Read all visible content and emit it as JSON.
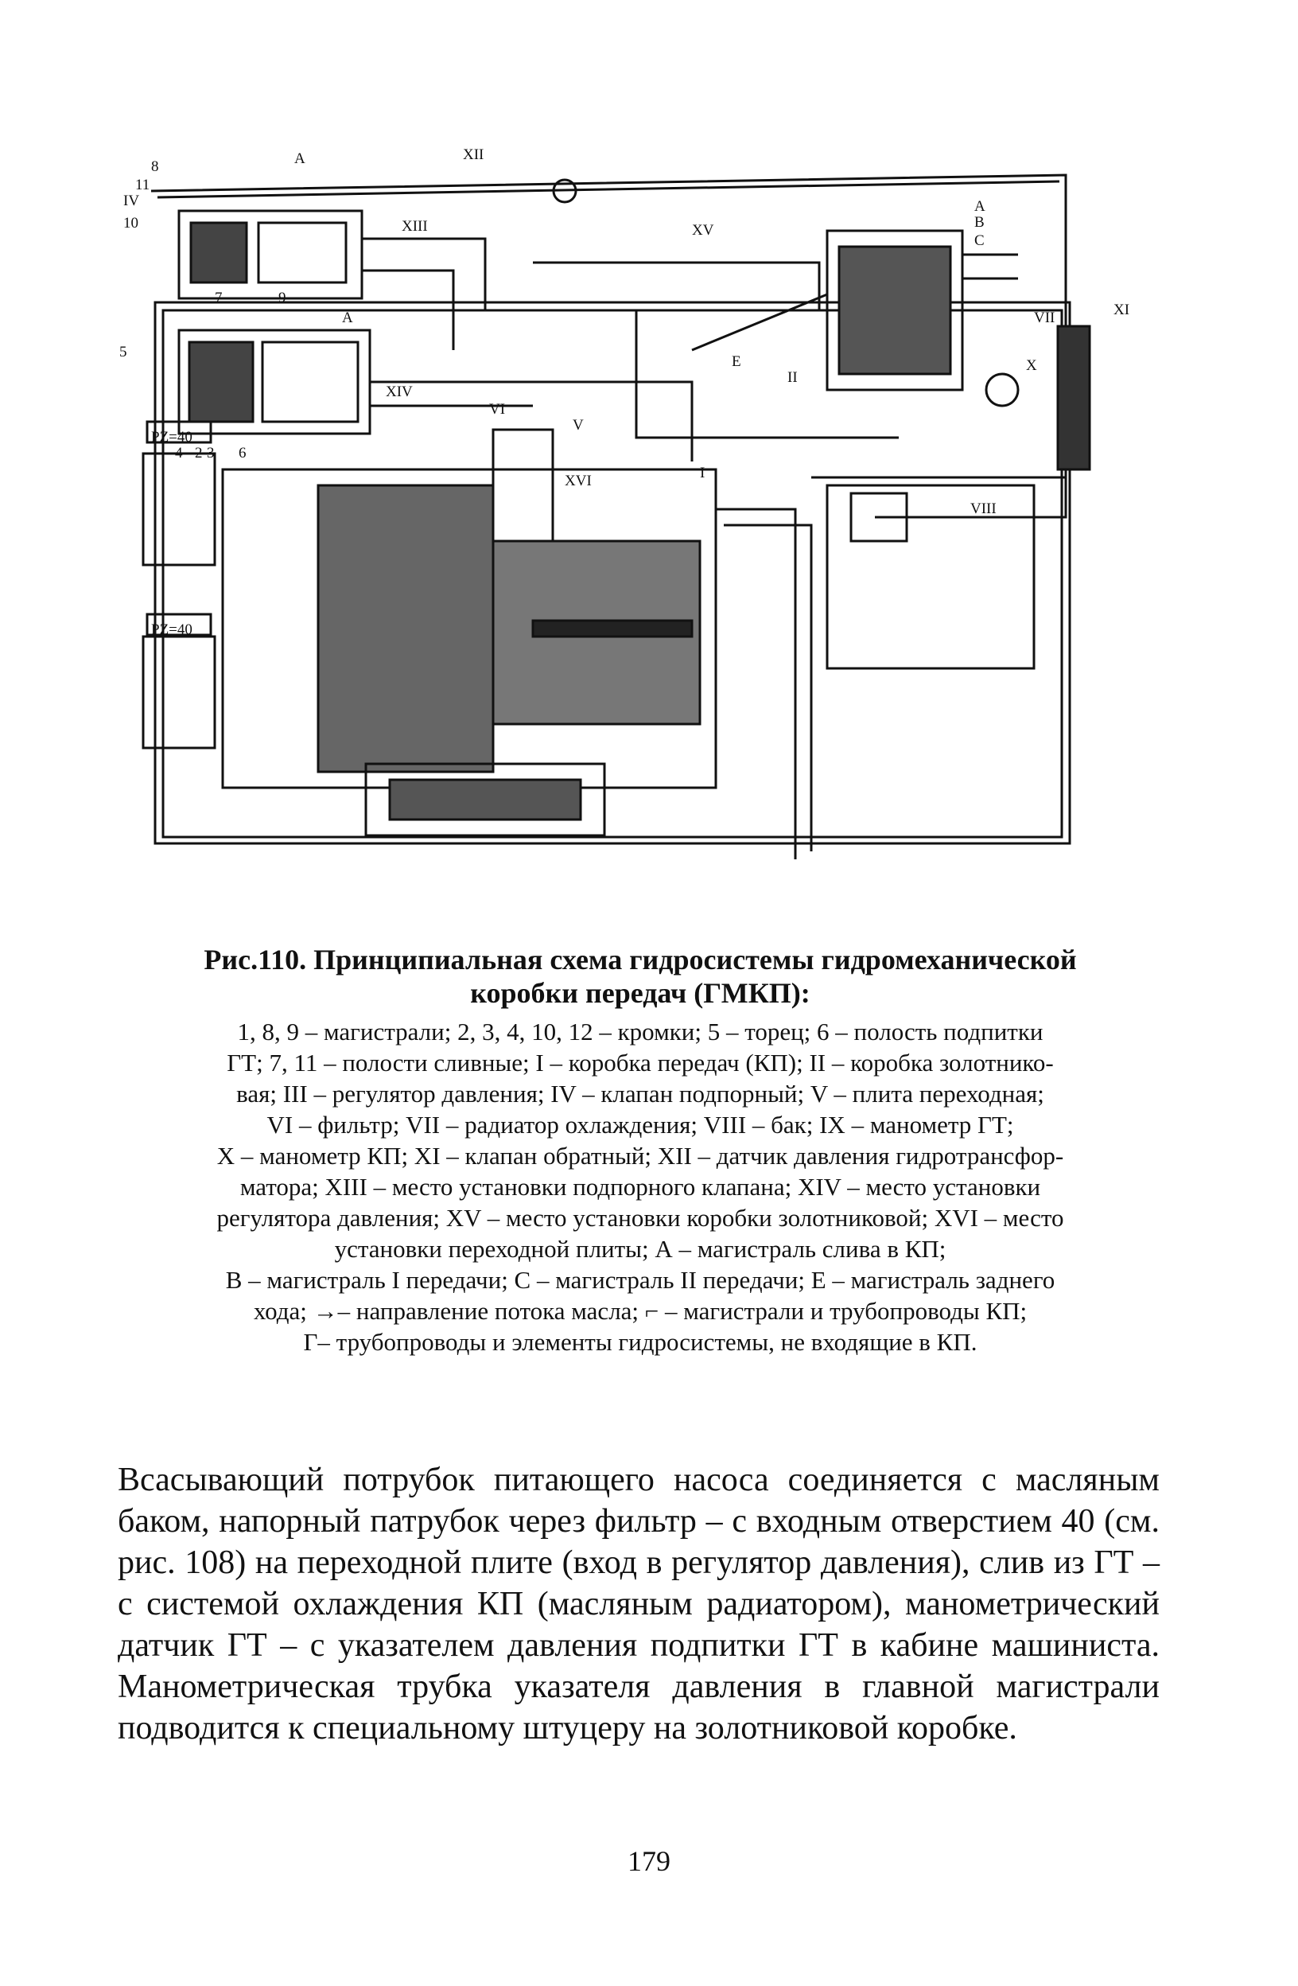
{
  "figure": {
    "labels": {
      "n8": "8",
      "n11": "11",
      "nIV": "IV",
      "n10": "10",
      "n5": "5",
      "n4": "4",
      "n2": "2",
      "n3": "3",
      "n6": "6",
      "n7": "7",
      "n9": "9",
      "A_top": "A",
      "A_mid": "A",
      "XII": "XII",
      "XIII": "XIII",
      "XIV": "XIV",
      "XV": "XV",
      "E": "E",
      "II": "II",
      "B_A": "A",
      "B_B": "B",
      "B_C": "C",
      "VII": "VII",
      "XI": "XI",
      "X": "X",
      "VI": "VI",
      "V": "V",
      "XVI": "XVI",
      "I": "I",
      "VIII": "VIII",
      "PZ1": "PZ=40",
      "PZ2": "PZ=40"
    }
  },
  "caption": {
    "title_line1": "Рис.110. Принципиальная схема гидросистемы гидромеханической",
    "title_line2": "коробки передач (ГМКП):",
    "legend": [
      "1, 8, 9 – магистрали; 2, 3, 4, 10, 12 – кромки; 5 – торец; 6 – полость подпитки",
      "ГТ; 7, 11 – полости сливные; I – коробка передач (КП); II – коробка золотнико-",
      "вая; III – регулятор давления; IV – клапан подпорный; V – плита переходная;",
      "VI – фильтр; VII – радиатор охлаждения; VIII – бак; IX – манометр ГТ;",
      "X – манометр КП; XI – клапан обратный; XII – датчик давления гидротрансфор-",
      "матора; XIII – место установки подпорного клапана; XIV – место установки",
      "регулятора давления; XV – место установки коробки золотниковой; XVI – место",
      "установки переходной плиты; А – магистраль слива в КП;",
      "В – магистраль I передачи; С – магистраль II передачи; Е – магистраль заднего",
      "хода; →– направление потока масла; ⌐ – магистрали и трубопроводы КП;",
      "Γ– трубопроводы и элементы гидросистемы, не входящие в КП."
    ]
  },
  "body_text": "Всасывающий потрубок питающего насоса соединяется с масляным баком, напорный патрубок через фильтр – с входным отверстием 40 (см. рис. 108) на переходной плите (вход в регулятор давления), слив из ГТ – с системой охлаждения КП (масляным радиатором), манометрический датчик ГТ – с указателем давления подпитки ГТ в кабине машиниста. Манометрическая трубка указателя давления в главной магистрали подводится к специальному штуцеру на золотниковой коробке.",
  "page_number": "179"
}
